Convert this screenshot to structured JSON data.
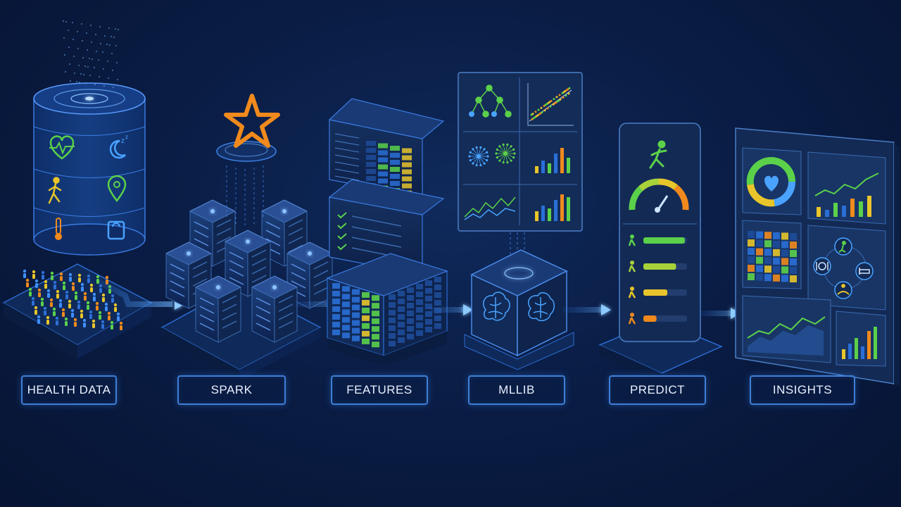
{
  "pipeline": {
    "stages": [
      {
        "label": "HEALTH DATA"
      },
      {
        "label": "SPARK"
      },
      {
        "label": "FEATURES"
      },
      {
        "label": "MLLIB"
      },
      {
        "label": "PREDICT"
      },
      {
        "label": "INSIGHTS"
      }
    ]
  },
  "colors": {
    "accent_blue": "#3f8fff",
    "green": "#5bd14a",
    "yellow": "#e8c52a",
    "orange": "#f08a1c",
    "background": "#0a1d45"
  },
  "icons": [
    "heart-rate-icon",
    "sleep-moon-icon",
    "walking-person-icon",
    "location-pin-icon",
    "thermometer-icon",
    "weight-scale-icon",
    "star-icon",
    "brain-icon",
    "running-person-icon",
    "gauge-icon",
    "heart-donut-icon",
    "food-icon",
    "bed-icon",
    "meditation-icon"
  ]
}
